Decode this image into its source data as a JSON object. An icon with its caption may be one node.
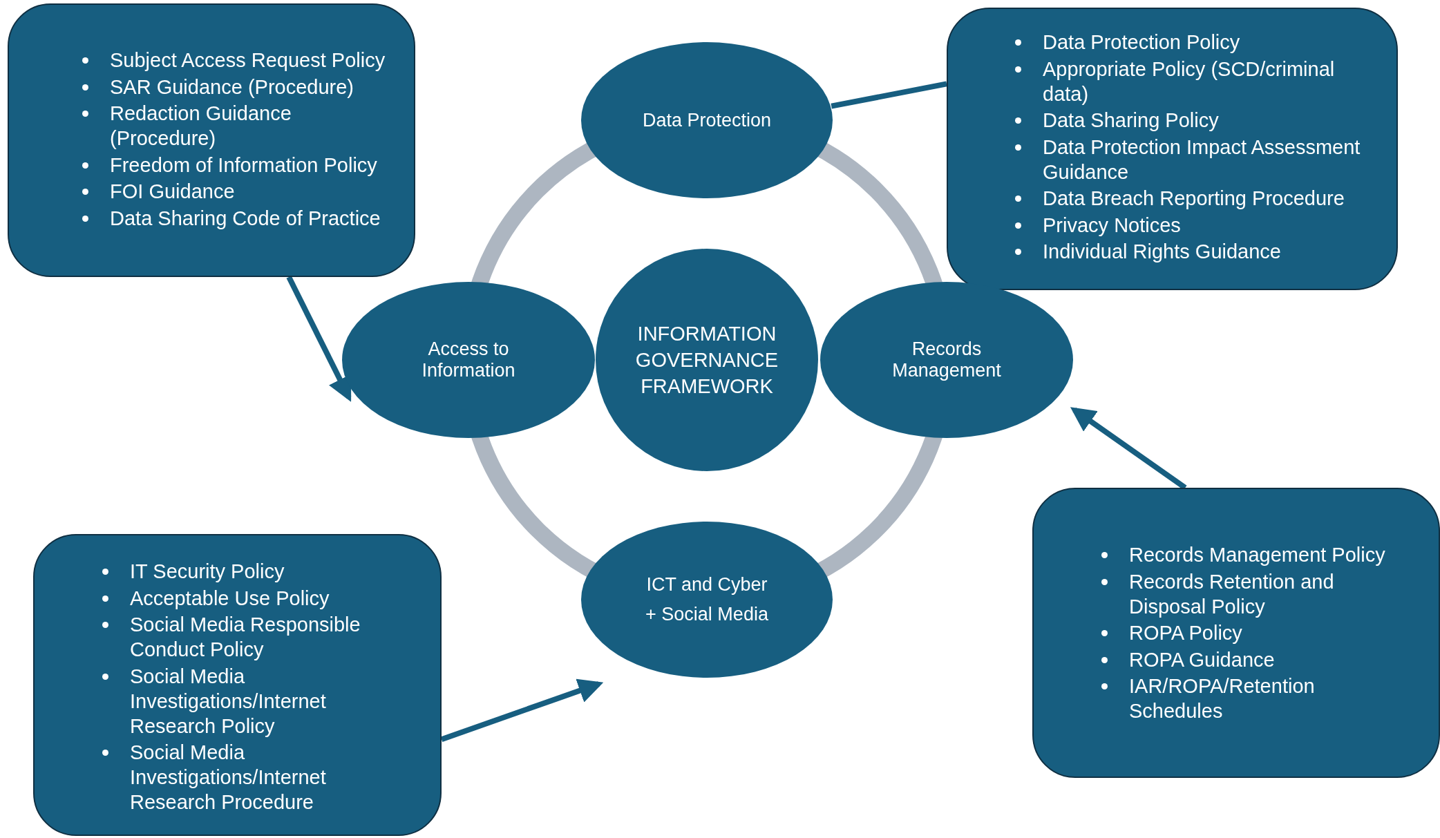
{
  "diagram": {
    "nodes": [
      {
        "text": [
          "Subject Access Request Policy",
          "SAR Guidance (Procedure)",
          "Redaction Guidance (Procedure)",
          "Freedom of Information Policy",
          "FOI Guidance",
          "Data Sharing Code of Practice"
        ]
      },
      {
        "text": [
          "Data Protection"
        ]
      },
      {
        "text": [
          "Data Protection Policy",
          "Appropriate Policy (SCD/criminal data)",
          "Data Sharing Policy",
          "Data Protection Impact Assessment Guidance",
          "Data Breach Reporting Procedure",
          "Privacy Notices",
          "Individual Rights Guidance"
        ]
      },
      {
        "text": [
          "Access to Information"
        ]
      },
      {
        "text": [
          "INFORMATION GOVERNANCE FRAMEWORK"
        ]
      },
      {
        "text": [
          "Records Management"
        ]
      },
      {
        "text": [
          "IT Security Policy",
          "Acceptable Use Policy",
          "Social Media Responsible Conduct Policy",
          "Social Media Investigations/Internet Research Policy",
          "Social Media Investigations/Internet Research Procedure"
        ]
      },
      {
        "text": [
          "ICT and Cyber",
          "+ Social Media"
        ]
      },
      {
        "text": [
          "Records Management Policy",
          "Records Retention and Disposal Policy",
          "ROPA Policy",
          "ROPA Guidance",
          "IAR/ROPA/Retention Schedules"
        ]
      }
    ],
    "edges": [
      {
        "from": 0,
        "to": 3,
        "arrow": "to"
      },
      {
        "from": 2,
        "to": 1,
        "arrow": "none"
      },
      {
        "from": 6,
        "to": 7,
        "arrow": "to"
      },
      {
        "from": 8,
        "to": 5,
        "arrow": "to"
      }
    ]
  }
}
